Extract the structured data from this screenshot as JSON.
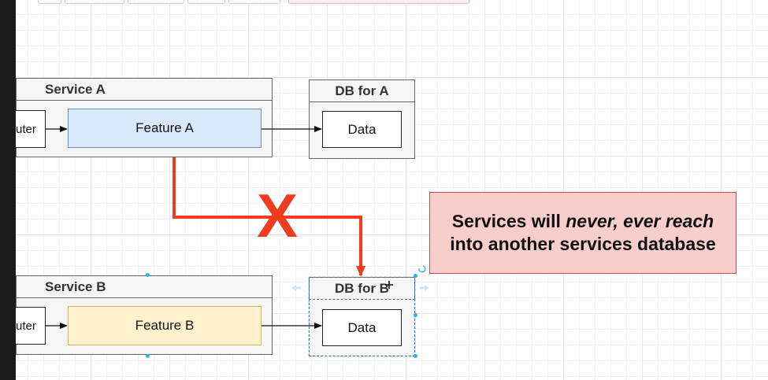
{
  "service_a": {
    "title": "Service A",
    "router_label": "uter",
    "feature_label": "Feature A"
  },
  "db_a": {
    "title": "DB for A",
    "data_label": "Data"
  },
  "service_b": {
    "title": "Service B",
    "router_label": "uter",
    "feature_label": "Feature B"
  },
  "db_b": {
    "title": "DB for B",
    "data_label": "Data"
  },
  "forbidden_mark": "X",
  "callout": {
    "part1": "Services will ",
    "emphasis": "never, ever reach",
    "part2": "into another services database"
  },
  "colors": {
    "feature_a_fill": "#dae8fc",
    "feature_b_fill": "#fff2cc",
    "callout_fill": "#f8cecc",
    "forbidden_arrow": "#f03c1e",
    "selection_handle": "#29b6f2"
  }
}
